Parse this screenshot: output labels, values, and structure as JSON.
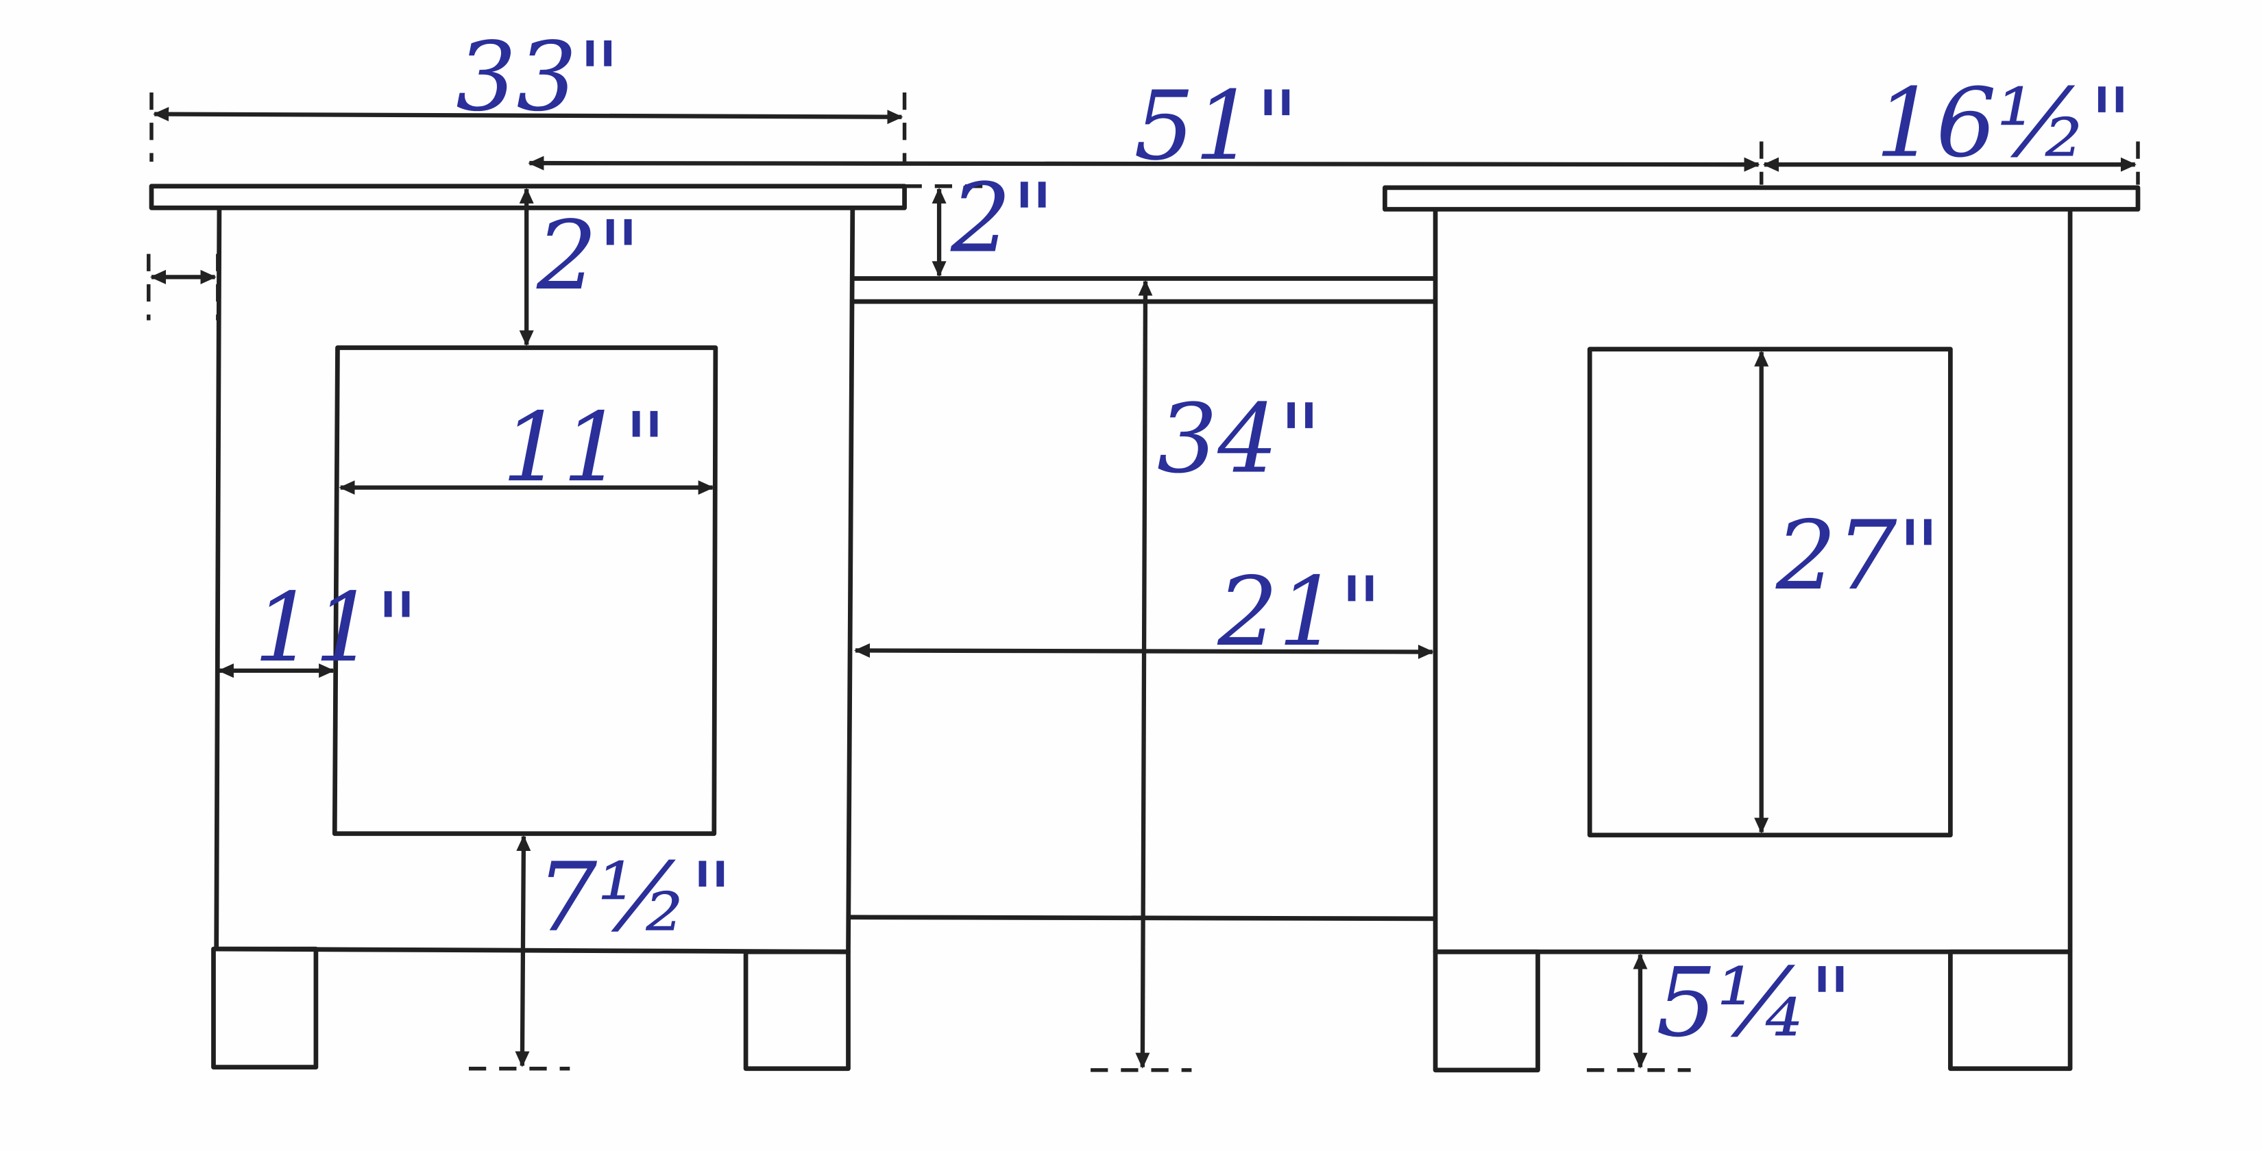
{
  "dimensions": {
    "top_length_left": "33\"",
    "center_span": "51\"",
    "top_overhang_right": "16½\"",
    "top_to_panel": "2\"",
    "top_to_apron": "2\"",
    "panel_width": "11\"",
    "stile_width": "11\"",
    "knee_space_height": "34\"",
    "knee_space_width": "21\"",
    "panel_height": "27\"",
    "panel_to_floor": "7½\"",
    "foot_height": "5¼\""
  },
  "colors": {
    "pencil": "#202020",
    "ink_labels": "#2a2f9a",
    "paper": "#fefefe"
  }
}
